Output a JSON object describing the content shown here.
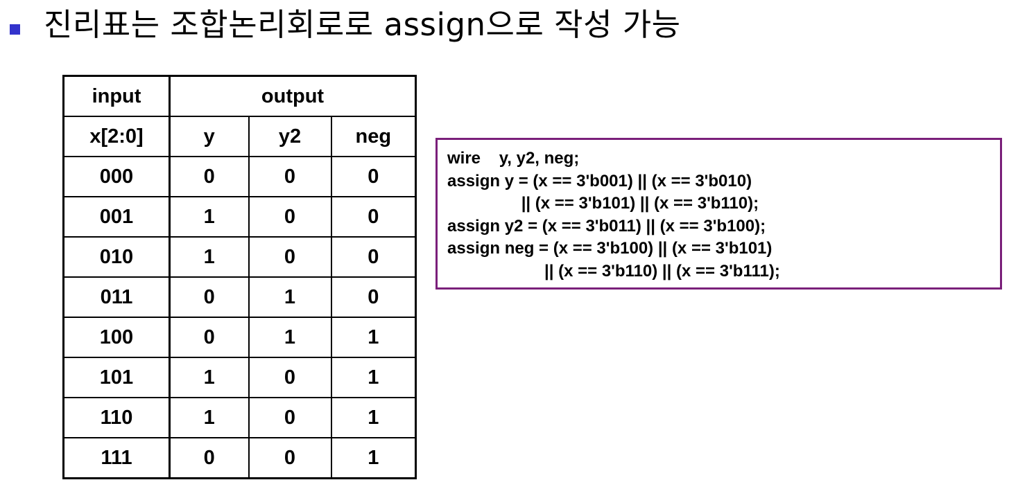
{
  "colors": {
    "bullet": "#3333cc",
    "code_border": "#7a1f7a",
    "table_border": "#000000",
    "text": "#000000"
  },
  "bullet": {
    "icon": "square-bullet-icon",
    "text": "진리표는 조합논리회로로 assign으로 작성 가능"
  },
  "truth_table": {
    "group_headers": {
      "input": "input",
      "output": "output"
    },
    "columns": [
      "x[2:0]",
      "y",
      "y2",
      "neg"
    ],
    "rows": [
      [
        "000",
        "0",
        "0",
        "0"
      ],
      [
        "001",
        "1",
        "0",
        "0"
      ],
      [
        "010",
        "1",
        "0",
        "0"
      ],
      [
        "011",
        "0",
        "1",
        "0"
      ],
      [
        "100",
        "0",
        "1",
        "1"
      ],
      [
        "101",
        "1",
        "0",
        "1"
      ],
      [
        "110",
        "1",
        "0",
        "1"
      ],
      [
        "111",
        "0",
        "0",
        "1"
      ]
    ]
  },
  "code": {
    "lines": [
      "wire    y, y2, neg;",
      "assign y = (x == 3'b001) || (x == 3'b010)",
      "                || (x == 3'b101) || (x == 3'b110);",
      "assign y2 = (x == 3'b011) || (x == 3'b100);",
      "assign neg = (x == 3'b100) || (x == 3'b101)",
      "                     || (x == 3'b110) || (x == 3'b111);"
    ]
  }
}
